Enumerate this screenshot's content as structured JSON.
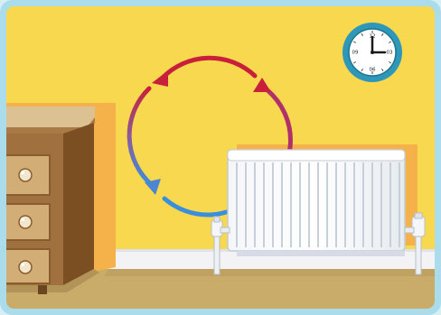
{
  "scene": {
    "wall_color": "#f8d84e",
    "floor_color": "#c9ac6a",
    "skirting_color": "#f3f3f6",
    "arrow_hot_color": "#c8203a",
    "arrow_cold_color": "#3a8fdc",
    "radiator_color": "#ffffff",
    "drawer_color": "#a0703f"
  },
  "clock": {
    "numbers": [
      "12",
      "03",
      "06",
      "09"
    ],
    "time_shown": "3:00"
  },
  "icons": [
    "clock-icon",
    "convection-arrows-icon",
    "radiator-icon",
    "chest-of-drawers-icon"
  ]
}
